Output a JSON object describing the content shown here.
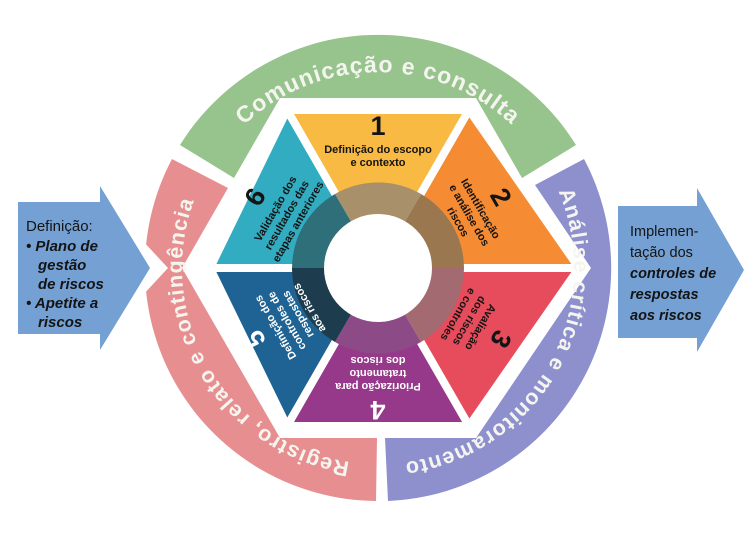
{
  "diagram": {
    "outer_ring": [
      {
        "label": "Comunicação e consulta",
        "color": "#97C38D"
      },
      {
        "label": "Análise crítica e monitoramento",
        "color": "#8E90CE"
      },
      {
        "label": "Registro, relato e contingência",
        "color": "#E78E90"
      }
    ],
    "center_wheel": {
      "segments": [
        {
          "number": "1",
          "lines": [
            "Definição do escopo",
            "e contexto"
          ],
          "color": "#F9BA43",
          "text_color": "#141414"
        },
        {
          "number": "2",
          "lines": [
            "Identificação",
            "e análise dos",
            "riscos"
          ],
          "color": "#F58B33",
          "text_color": "#141414"
        },
        {
          "number": "3",
          "lines": [
            "Avaliação",
            "dos riscos",
            "e controles"
          ],
          "color": "#E64C5C",
          "text_color": "#141414"
        },
        {
          "number": "4",
          "lines": [
            "Priorização para",
            "tratamento",
            "dos riscos"
          ],
          "color": "#96398B",
          "text_color": "#ffffff"
        },
        {
          "number": "5",
          "lines": [
            "Definição dos",
            "controles de",
            "respostas",
            "aos riscos"
          ],
          "color": "#1E6394",
          "text_color": "#ffffff"
        },
        {
          "number": "6",
          "lines": [
            "Validação dos",
            "resultados das",
            "etapas anteriores"
          ],
          "color": "#32ACC0",
          "text_color": "#141414"
        }
      ],
      "hub_ring_colors": [
        "#A8906B",
        "#9A774F",
        "#A36A72",
        "#8C4A87",
        "#1D3C4D",
        "#2F6F79"
      ]
    },
    "left_arrow": {
      "color": "#74A0D3",
      "heading": "Definição:",
      "bullet1": "• Plano de",
      "bullet1_cont1": "gestão",
      "bullet1_cont2": "de riscos",
      "bullet2": "• Apetite a",
      "bullet2_cont1": "riscos"
    },
    "right_arrow": {
      "color": "#74A0D3",
      "line1": "Implemen-",
      "line2": "tação dos",
      "line3": "controles de",
      "line4": "respostas",
      "line5": "aos riscos"
    }
  }
}
